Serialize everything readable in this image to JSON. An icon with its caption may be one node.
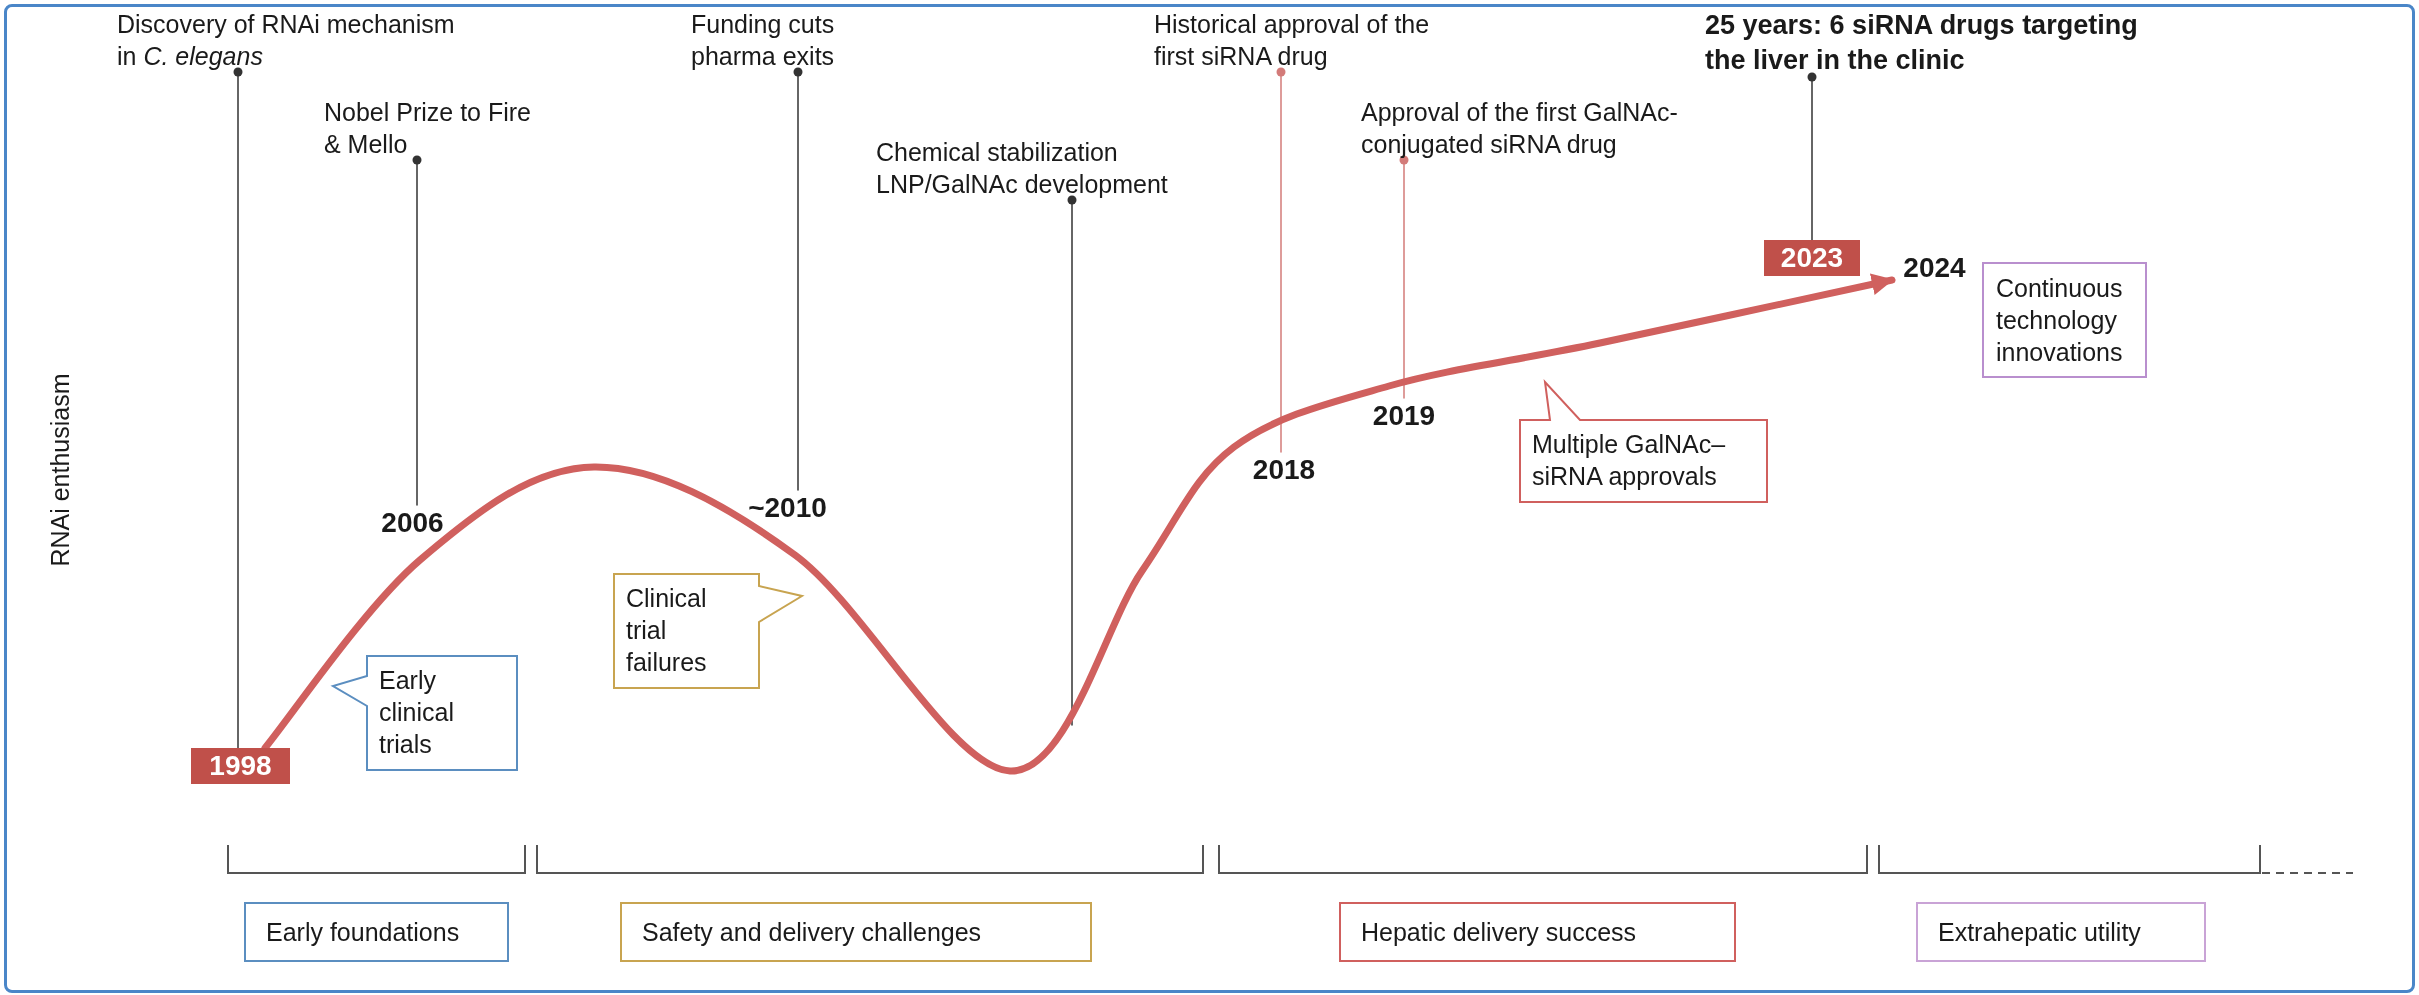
{
  "diagram": {
    "nodes": [
      {
        "text": [
          "Discovery of RNAi mechanism in *C. elegans*"
        ]
      },
      {
        "text": [
          "1998"
        ]
      },
      {
        "text": [
          "Nobel Prize to Fire & Mello"
        ]
      },
      {
        "text": [
          "2006"
        ]
      },
      {
        "text": [
          "Funding cuts pharma exits"
        ]
      },
      {
        "text": [
          "~2010"
        ]
      },
      {
        "text": [
          "Chemical stabilization LNP/GalNAc development"
        ]
      },
      {
        "text": [
          "Historical approval of the first siRNA drug"
        ]
      },
      {
        "text": [
          "2018"
        ]
      },
      {
        "text": [
          "Approval of the first GalNAc-conjugated siRNA drug"
        ]
      },
      {
        "text": [
          "2019"
        ]
      },
      {
        "text": [
          "25 years: 6 siRNA drugs targeting the liver in the clinic"
        ]
      },
      {
        "text": [
          "2023"
        ]
      },
      {
        "text": [
          "2024"
        ]
      },
      {
        "text": [
          "Continuous technology innovations"
        ]
      },
      {
        "text": [
          "Multiple GalNAc–siRNA approvals"
        ]
      },
      {
        "text": [
          "Clinical trial failures"
        ]
      },
      {
        "text": [
          "Early clinical trials"
        ]
      },
      {
        "text": [
          "Early foundations"
        ]
      },
      {
        "text": [
          "Safety and delivery challenges"
        ]
      },
      {
        "text": [
          "Hepatic delivery success"
        ]
      },
      {
        "text": [
          "Extrahepatic utility"
        ]
      }
    ],
    "edges": [
      {
        "from": 0,
        "to": 1,
        "arrow": "other"
      },
      {
        "from": 2,
        "to": 3,
        "arrow": "other"
      },
      {
        "from": 4,
        "to": 5,
        "arrow": "other"
      },
      {
        "from": 6,
        "to": null,
        "arrow": "other"
      },
      {
        "from": 7,
        "to": 8,
        "arrow": "other",
        "color": "#d37b79"
      },
      {
        "from": 9,
        "to": 10,
        "arrow": "other",
        "color": "#d37b79"
      },
      {
        "from": 11,
        "to": 12,
        "arrow": "other"
      },
      {
        "from": 1,
        "to": 13,
        "arrow": "to",
        "style": "thick",
        "color": "#d0605e"
      }
    ],
    "labels": [
      "RNAi enthusiasm"
    ]
  }
}
